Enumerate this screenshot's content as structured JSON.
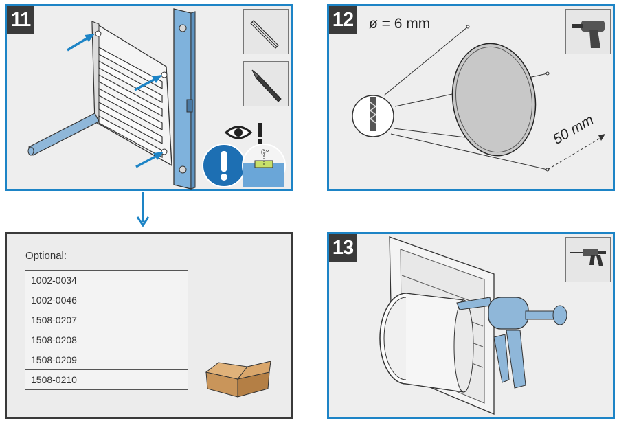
{
  "steps": {
    "s11": "11",
    "s12": "12",
    "s13": "13"
  },
  "step12": {
    "diameter": "ø = 6 mm",
    "depth": "50 mm"
  },
  "level": {
    "reading": "0°"
  },
  "optional": {
    "label": "Optional:",
    "parts": [
      "1002-0034",
      "1002-0046",
      "1508-0207",
      "1508-0208",
      "1508-0209",
      "1508-0210"
    ]
  },
  "colors": {
    "accent": "#1d84c6",
    "dark": "#3a3a3a",
    "panel": "#eeeeee",
    "part_blue": "#8fb7d9",
    "box": "#c9955a"
  },
  "icons": [
    "pencil-icon",
    "marker-icon",
    "eye-icon",
    "warning-icon",
    "spirit-level-icon",
    "drill-icon",
    "caulking-gun-icon",
    "cardboard-box-icon"
  ]
}
